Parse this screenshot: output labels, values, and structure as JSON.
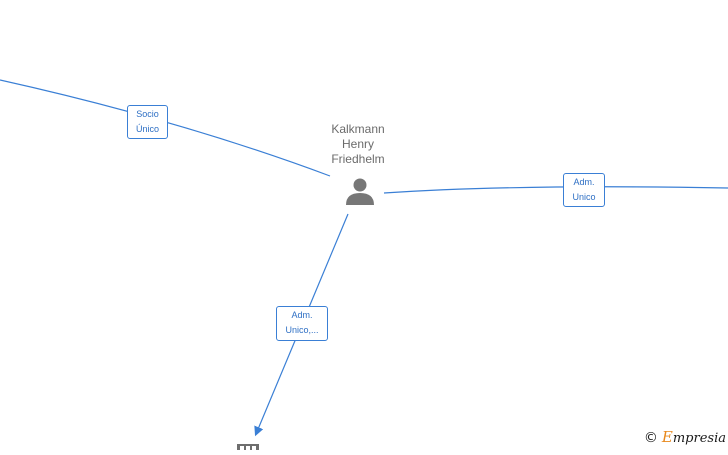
{
  "diagram": {
    "center_node": {
      "name_lines": [
        "Kalkmann",
        "Henry",
        "Friedhelm"
      ],
      "icon": "person-icon"
    },
    "edges": [
      {
        "label_lines": [
          "Socio",
          "Único"
        ]
      },
      {
        "label_lines": [
          "Adm.",
          "Unico"
        ]
      },
      {
        "label_lines": [
          "Adm.",
          "Unico,..."
        ]
      }
    ],
    "colors": {
      "edge": "#3a7fd5",
      "node_icon": "#777777",
      "node_text": "#6b6b6b"
    }
  },
  "watermark": {
    "symbol": "©",
    "brand_first": "E",
    "brand_rest": "mpresia"
  }
}
